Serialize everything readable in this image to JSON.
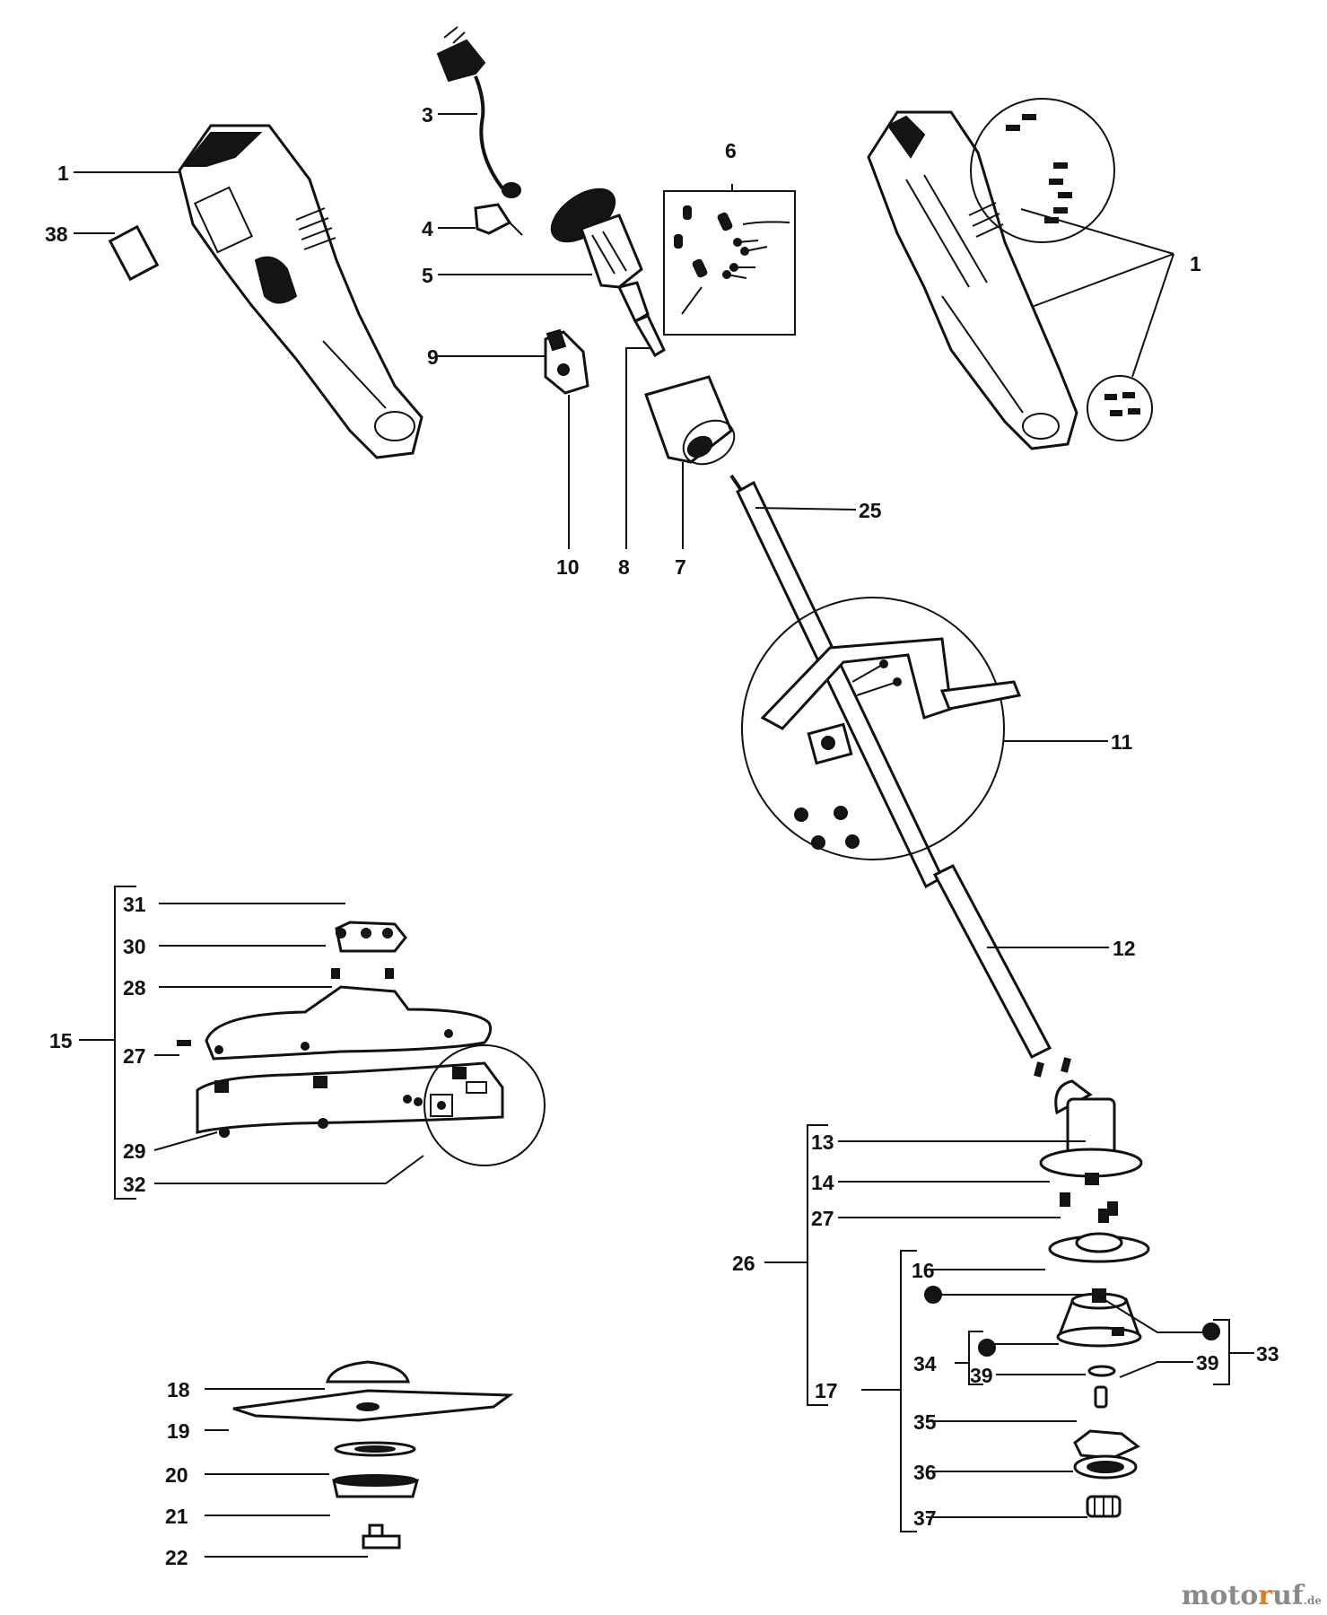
{
  "labels": {
    "l1a": "1",
    "l1b": "1",
    "l3": "3",
    "l4": "4",
    "l5": "5",
    "l6": "6",
    "l7": "7",
    "l8": "8",
    "l9": "9",
    "l10": "10",
    "l11": "11",
    "l12": "12",
    "l13": "13",
    "l14": "14",
    "l15": "15",
    "l16": "16",
    "l17": "17",
    "l18": "18",
    "l19": "19",
    "l20": "20",
    "l21": "21",
    "l22": "22",
    "l25": "25",
    "l26": "26",
    "l27a": "27",
    "l27b": "27",
    "l28": "28",
    "l29": "29",
    "l30": "30",
    "l31": "31",
    "l32": "32",
    "l33": "33",
    "l34": "34",
    "l35": "35",
    "l36": "36",
    "l37": "37",
    "l38": "38",
    "l39a": "39",
    "l39b": "39"
  },
  "watermark": {
    "brand_pre": "moto",
    "brand_accent": "r",
    "brand_post": "uf",
    "tld": ".de"
  },
  "colors": {
    "ink": "#111111",
    "watermark_gray": "#8a8a8a",
    "watermark_accent": "#e07a1f"
  }
}
